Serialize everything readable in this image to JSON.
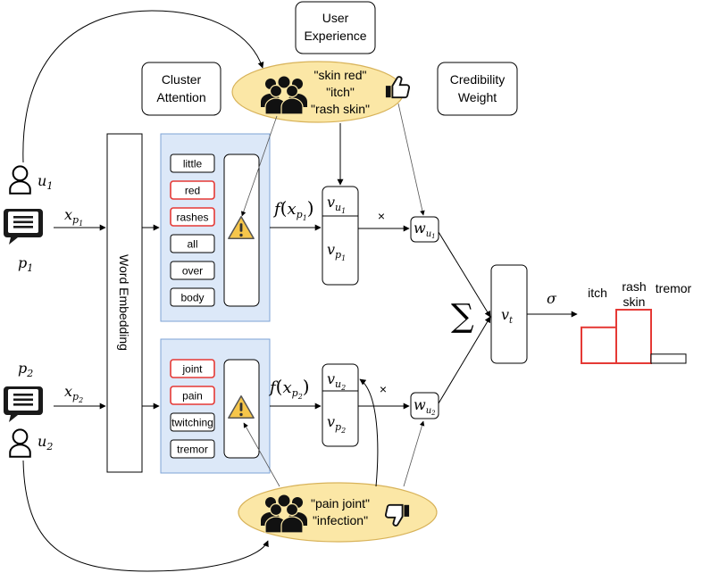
{
  "labels": {
    "user_experience_line1": "User",
    "user_experience_line2": "Experience",
    "cluster_attention_line1": "Cluster",
    "cluster_attention_line2": "Attention",
    "credibility_weight_line1": "Credibility",
    "credibility_weight_line2": "Weight",
    "word_embedding": "Word Embedding"
  },
  "experience_top": [
    "\"skin red\"",
    "\"itch\"",
    "\"rash skin\""
  ],
  "experience_bottom": [
    "\"pain joint\"",
    "\"infection\""
  ],
  "words_top": [
    {
      "text": "little",
      "highlight": false
    },
    {
      "text": "red",
      "highlight": true
    },
    {
      "text": "rashes",
      "highlight": true
    },
    {
      "text": "all",
      "highlight": false
    },
    {
      "text": "over",
      "highlight": false
    },
    {
      "text": "body",
      "highlight": false
    }
  ],
  "words_bottom": [
    {
      "text": "joint",
      "highlight": true
    },
    {
      "text": "pain",
      "highlight": true
    },
    {
      "text": "twitching",
      "highlight": false
    },
    {
      "text": "tremor",
      "highlight": false
    }
  ],
  "math": {
    "u": "u",
    "p": "p",
    "x": "x",
    "f": "f",
    "v": "v",
    "w": "w",
    "sub_1": "1",
    "sub_2": "2",
    "sub_t": "t",
    "times": "×",
    "sigma": "σ",
    "sum": "∑"
  },
  "output": {
    "labels": [
      "itch",
      "rash skin",
      "tremor"
    ],
    "itch": "itch",
    "rash": "rash",
    "skin": "skin",
    "tremor": "tremor",
    "levels": [
      0.67,
      1.0,
      0.17
    ],
    "colors": {
      "bar_highlight": "#e53935",
      "bar_normal": "#000000"
    }
  },
  "colors": {
    "ellipse_fill": "#fbe7a6",
    "ellipse_stroke": "#d8b35a",
    "panel_fill": "#dce8f8",
    "panel_stroke": "#7ea3d6",
    "highlight": "#e53935",
    "warning": "#f6c64a"
  },
  "icons": [
    "user-icon",
    "chat-bubble-icon",
    "group-icon",
    "thumbs-up-icon",
    "thumbs-down-icon",
    "warning-icon"
  ]
}
